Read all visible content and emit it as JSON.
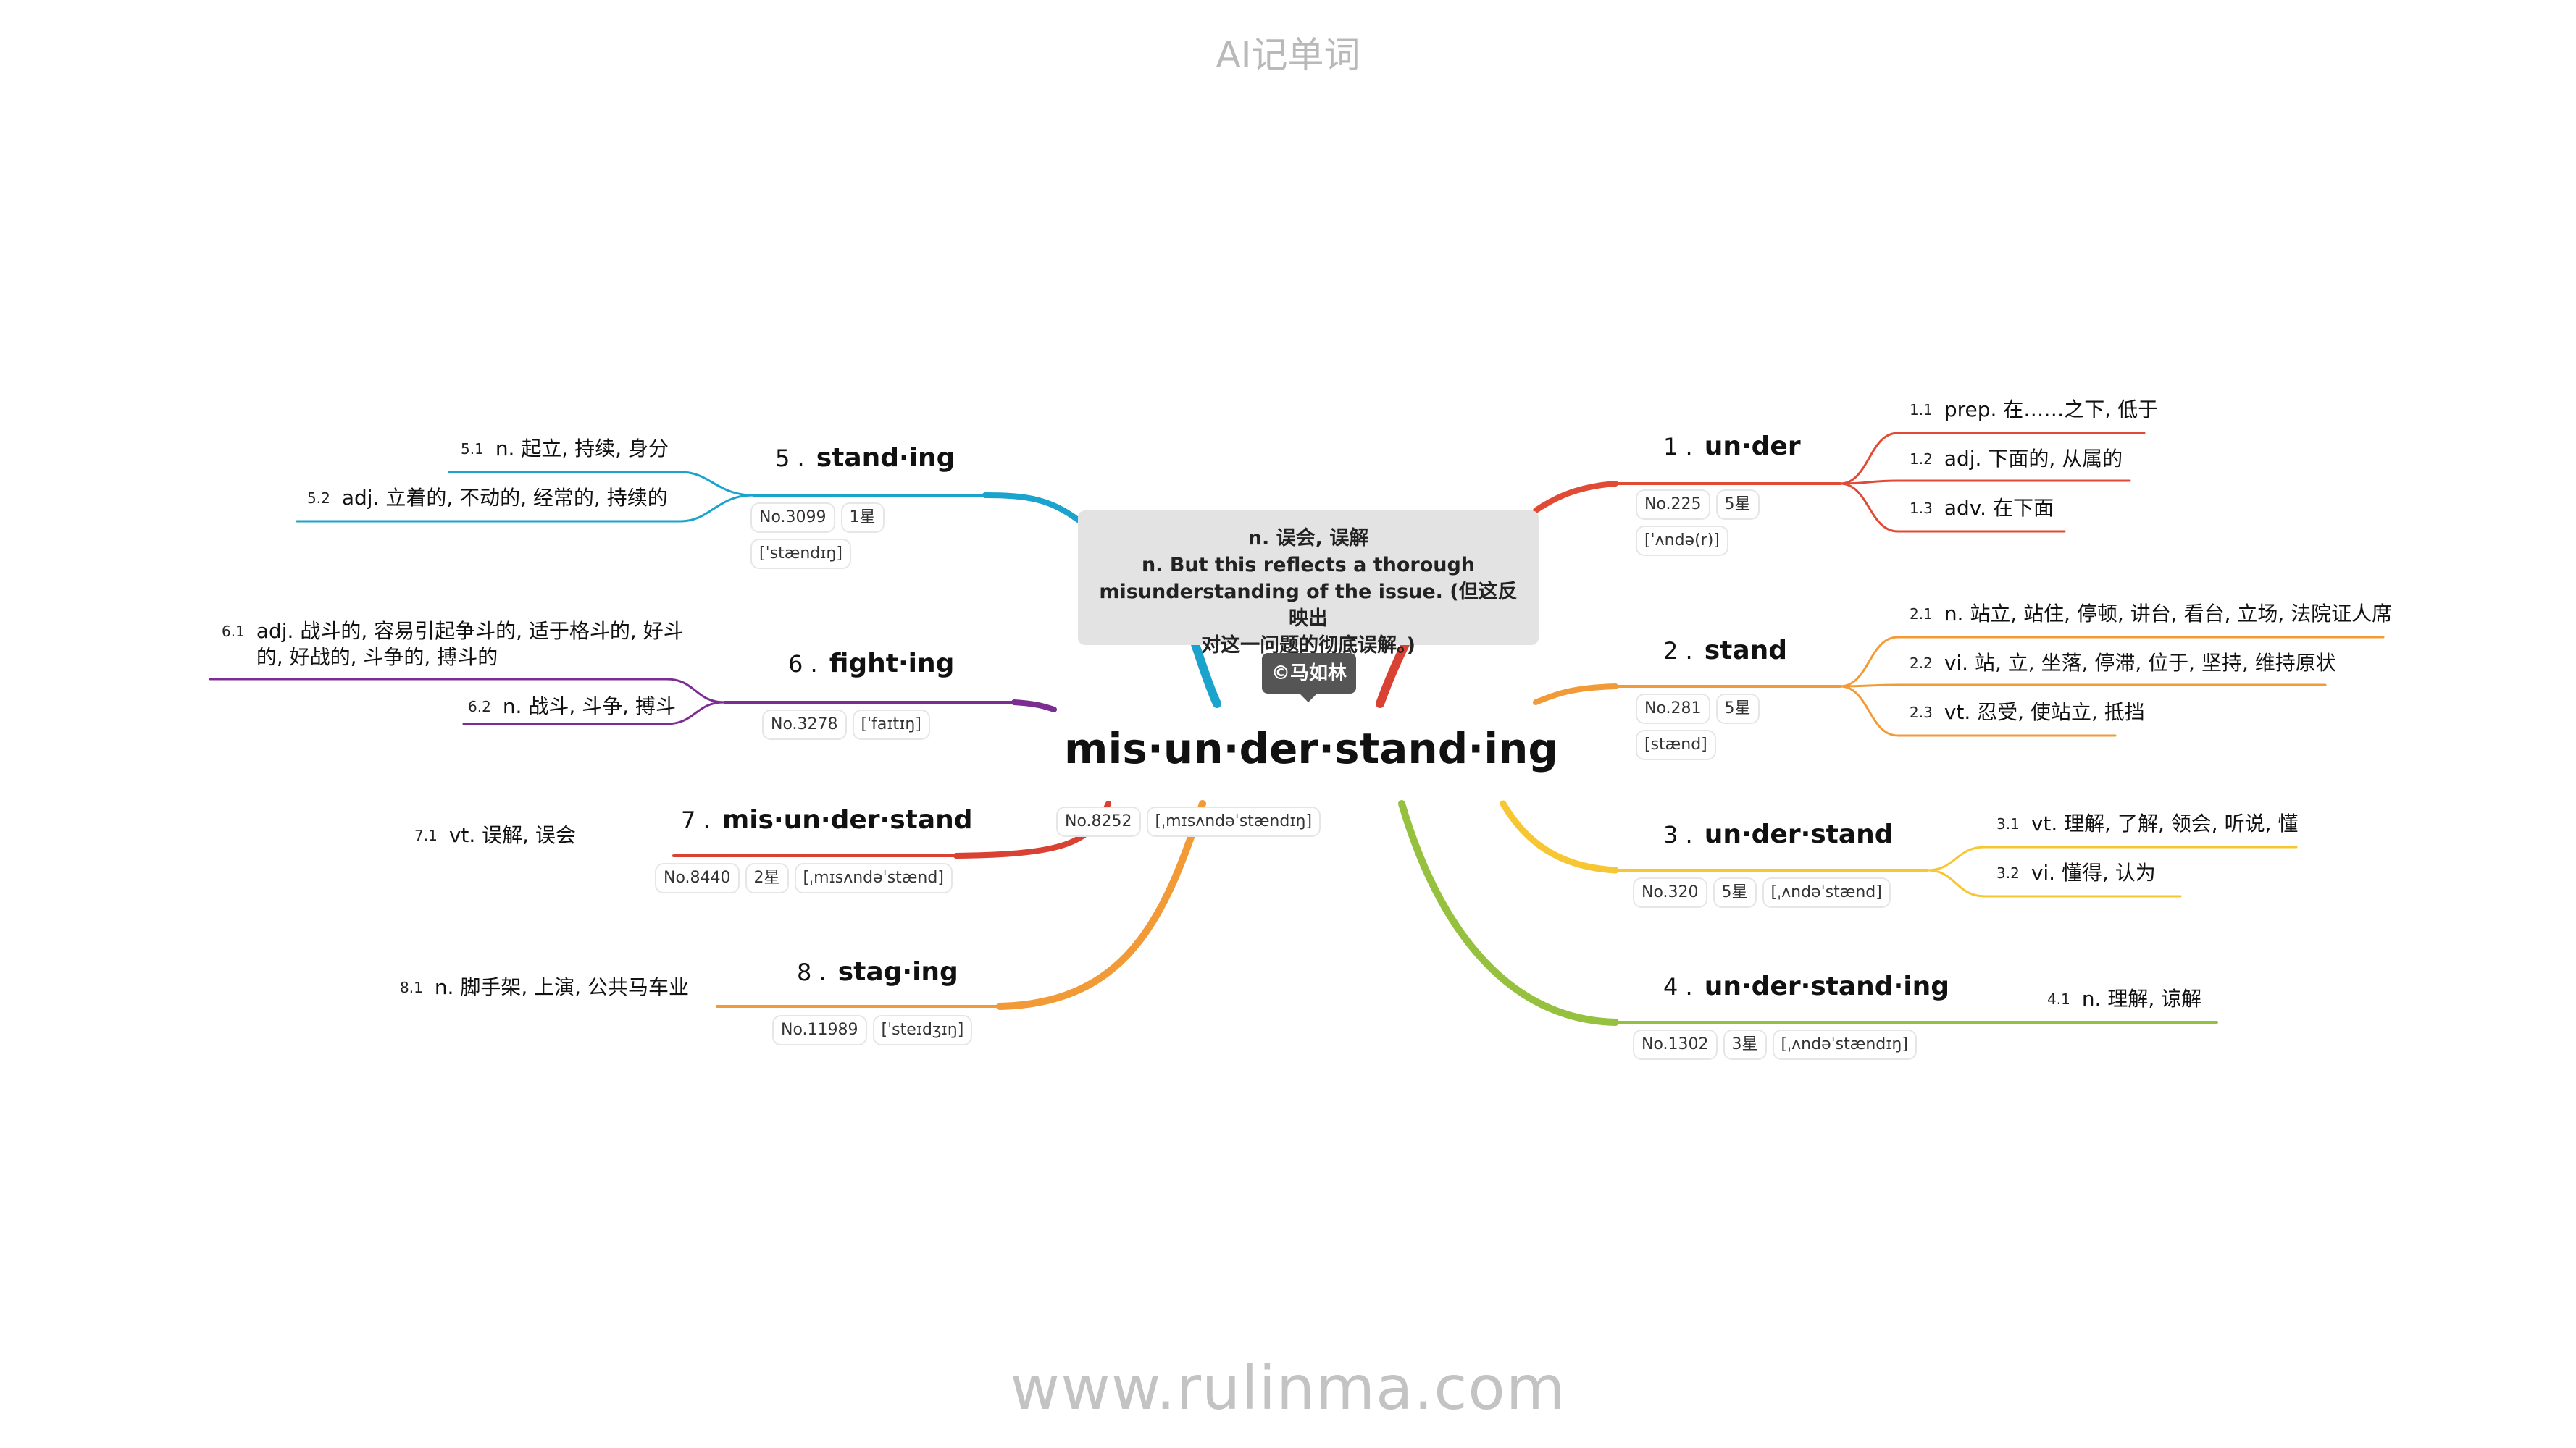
{
  "app_title": "AI记单词",
  "watermark": "www.rulinma.com",
  "center": {
    "word": "mis·un·der·stand·ing",
    "note_line1": "n. 误会, 误解",
    "note_line2": "n. But this reflects a thorough",
    "note_line3": "misunderstanding of the issue. (但这反映出",
    "note_line4": "对这一问题的彻底误解。)",
    "author": "©马如林",
    "rank": "No.8252",
    "phonetic": "[ˌmɪsʌndəˈstændɪŋ]"
  },
  "colors": {
    "b1": "#e14b35",
    "b2": "#f29a36",
    "b3": "#f6c733",
    "b4": "#95c13f",
    "b5": "#1aa3cc",
    "b6": "#7c2d92",
    "b7": "#d94233",
    "b8": "#f19a36"
  },
  "branches": {
    "b1": {
      "num": "1 .",
      "word": "un·der",
      "tags": [
        "No.225",
        "5星",
        "[ˈʌndə(r)]"
      ],
      "leaves": [
        {
          "idx": "1.1",
          "text": "prep. 在……之下, 低于"
        },
        {
          "idx": "1.2",
          "text": "adj. 下面的, 从属的"
        },
        {
          "idx": "1.3",
          "text": "adv. 在下面"
        }
      ]
    },
    "b2": {
      "num": "2 .",
      "word": "stand",
      "tags": [
        "No.281",
        "5星",
        "[stænd]"
      ],
      "leaves": [
        {
          "idx": "2.1",
          "text": "n. 站立, 站住, 停顿, 讲台, 看台, 立场, 法院证人席"
        },
        {
          "idx": "2.2",
          "text": "vi. 站, 立, 坐落, 停滞, 位于, 坚持, 维持原状"
        },
        {
          "idx": "2.3",
          "text": "vt. 忍受, 使站立, 抵挡"
        }
      ]
    },
    "b3": {
      "num": "3 .",
      "word": "un·der·stand",
      "tags": [
        "No.320",
        "5星",
        "[ˌʌndəˈstænd]"
      ],
      "leaves": [
        {
          "idx": "3.1",
          "text": "vt. 理解, 了解, 领会, 听说, 懂"
        },
        {
          "idx": "3.2",
          "text": "vi. 懂得, 认为"
        }
      ]
    },
    "b4": {
      "num": "4 .",
      "word": "un·der·stand·ing",
      "tags": [
        "No.1302",
        "3星",
        "[ˌʌndəˈstændɪŋ]"
      ],
      "leaves": [
        {
          "idx": "4.1",
          "text": "n. 理解, 谅解"
        }
      ]
    },
    "b5": {
      "num": "5 .",
      "word": "stand·ing",
      "tags": [
        "No.3099",
        "1星",
        "[ˈstændɪŋ]"
      ],
      "leaves": [
        {
          "idx": "5.1",
          "text": "n. 起立, 持续, 身分"
        },
        {
          "idx": "5.2",
          "text": "adj. 立着的, 不动的, 经常的, 持续的"
        }
      ]
    },
    "b6": {
      "num": "6 .",
      "word": "fight·ing",
      "tags": [
        "No.3278",
        "[ˈfaɪtɪŋ]"
      ],
      "leaves": [
        {
          "idx": "6.1",
          "text": "adj. 战斗的, 容易引起争斗的, 适于格斗的, 好斗的, 好战的, 斗争的, 搏斗的"
        },
        {
          "idx": "6.2",
          "text": "n. 战斗, 斗争, 搏斗"
        }
      ]
    },
    "b7": {
      "num": "7 .",
      "word": "mis·un·der·stand",
      "tags": [
        "No.8440",
        "2星",
        "[ˌmɪsʌndəˈstænd]"
      ],
      "leaves": [
        {
          "idx": "7.1",
          "text": "vt. 误解, 误会"
        }
      ]
    },
    "b8": {
      "num": "8 .",
      "word": "stag·ing",
      "tags": [
        "No.11989",
        "[ˈsteɪdʒɪŋ]"
      ],
      "leaves": [
        {
          "idx": "8.1",
          "text": "n. 脚手架, 上演, 公共马车业"
        }
      ]
    }
  }
}
